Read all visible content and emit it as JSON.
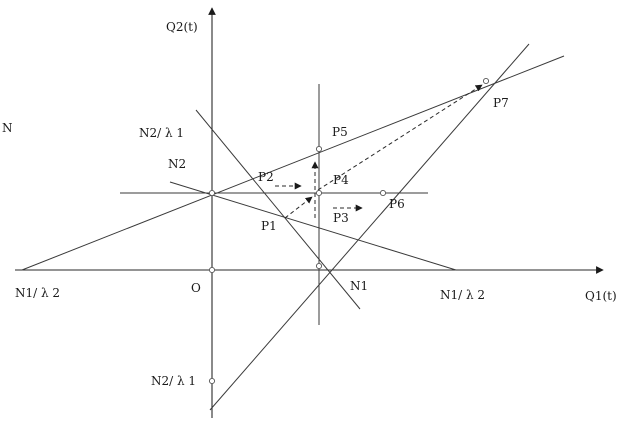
{
  "labels": {
    "y_axis": "Q2(t)",
    "x_axis": "Q1(t)",
    "origin": "O",
    "n2_over_lambda1_top": "N2/ λ 1",
    "n2": "N2",
    "n1_over_lambda2_left": "N1/ λ 2",
    "n1_over_lambda2_right": "N1/ λ 2",
    "n1": "N1",
    "n2_over_lambda1_bottom": "N2/ λ 1",
    "stray_mark": "N",
    "p1": "P1",
    "p2": "P2",
    "p3": "P3",
    "p4": "P4",
    "p5": "P5",
    "p6": "P6",
    "p7": "P7"
  },
  "colors": {
    "ink": "#2a2a2a",
    "background": "#ffffff"
  }
}
